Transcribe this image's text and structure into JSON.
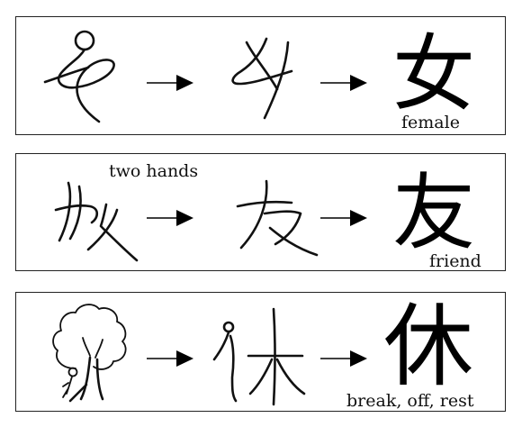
{
  "rows": [
    {
      "kanji": "女",
      "meaning": "female",
      "note": ""
    },
    {
      "kanji": "友",
      "meaning": "friend",
      "note": "two hands"
    },
    {
      "kanji": "休",
      "meaning": "break, off, rest",
      "note": ""
    }
  ],
  "icons": [
    "person-pictograph-icon",
    "tree-icon",
    "arrow-right-icon"
  ]
}
